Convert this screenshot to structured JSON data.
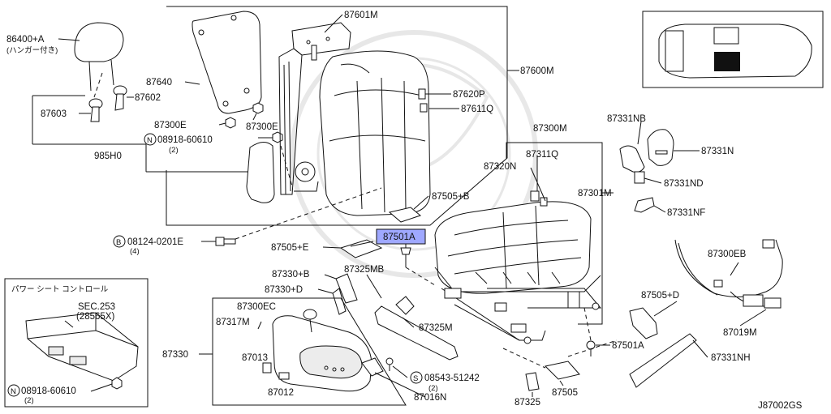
{
  "diagram_id": "J87002GS",
  "labels": {
    "p86400A": "86400+A",
    "p86400A_note": "(ハンガー付き)",
    "p87601M": "87601M",
    "p87600M": "87600M",
    "p87640": "87640",
    "p87602": "87602",
    "p87603": "87603",
    "p87620P": "87620P",
    "p87611Q": "87611Q",
    "p87300E_a": "87300E",
    "p87300E_b": "87300E",
    "p08918a": "08918-60610",
    "p08918a_qty": "(2)",
    "p985H0": "985H0",
    "p87300M": "87300M",
    "p87311Q": "87311Q",
    "p87320N": "87320N",
    "p87331NB": "87331NB",
    "p87331N": "87331N",
    "p87331ND": "87331ND",
    "p87301M": "87301M",
    "p87331NF": "87331NF",
    "p87505B": "87505+B",
    "p08124": "08124-0201E",
    "p08124_qty": "(4)",
    "p87501A_hl": "87501A",
    "p87505E": "87505+E",
    "p87325MB": "87325MB",
    "p87330B": "87330+B",
    "p87330D": "87330+D",
    "p87300EB": "87300EB",
    "p87505D": "87505+D",
    "p87019M": "87019M",
    "p87300EC": "87300EC",
    "p87317M": "87317M",
    "p87325M": "87325M",
    "p87501A_b": "87501A",
    "p87331NH": "87331NH",
    "p87330": "87330",
    "p87013": "87013",
    "p87012": "87012",
    "p08543": "08543-51242",
    "p08543_qty": "(2)",
    "p87016N": "87016N",
    "p87325": "87325",
    "p87505": "87505",
    "inset_title": "パワー シート コントロール",
    "sec_ref": "SEC.253",
    "sec_part": "(28565X)",
    "p08918b": "08918-60610",
    "p08918b_qty": "(2)",
    "sym_n": "N",
    "sym_b": "B",
    "sym_s": "S"
  }
}
